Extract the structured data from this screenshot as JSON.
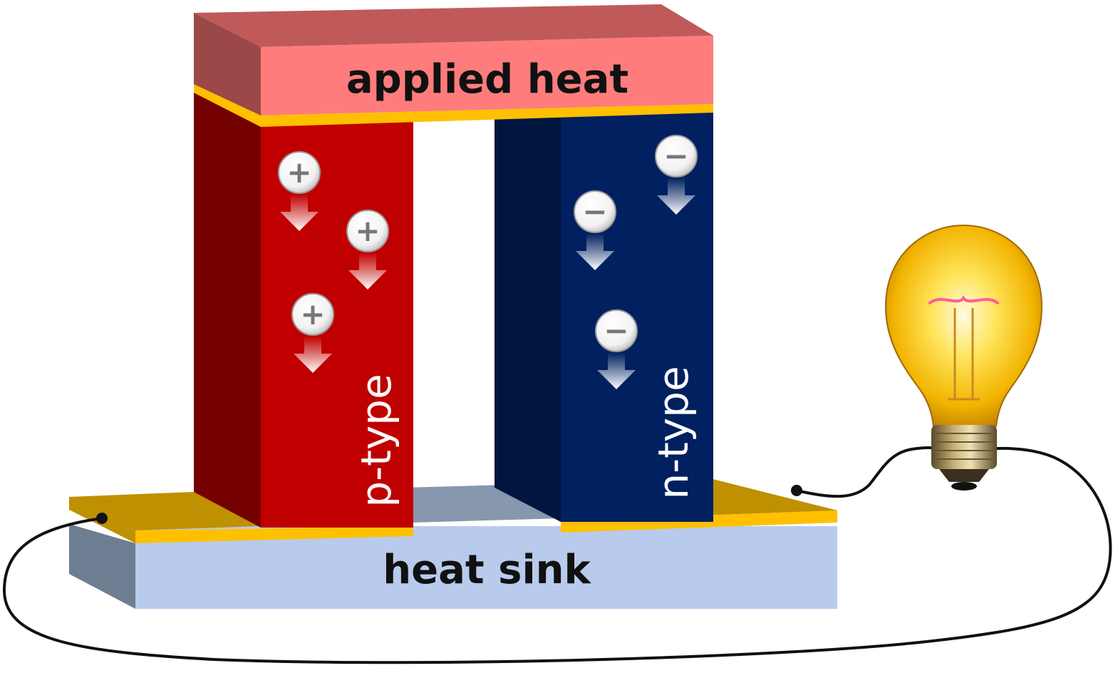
{
  "labels": {
    "applied_heat": "applied heat",
    "heat_sink": "heat sink",
    "p_type": "p-type",
    "n_type": "n-type"
  },
  "carriers": {
    "p_sign": "+",
    "n_sign": "−"
  },
  "colors": {
    "p_front": "#c00000",
    "p_side": "#750000",
    "n_front": "#002060",
    "n_side": "#001640",
    "top_front": "#ff7c7c",
    "top_top": "#c05a5a",
    "top_side": "#9a4848",
    "sink_front": "#b8cbec",
    "sink_side": "#6d7d92",
    "sink_top": "#8797ad",
    "electrode": "#ffc000",
    "electrode_dark": "#bf9000"
  },
  "icons": {
    "bulb": "light-bulb-icon"
  }
}
